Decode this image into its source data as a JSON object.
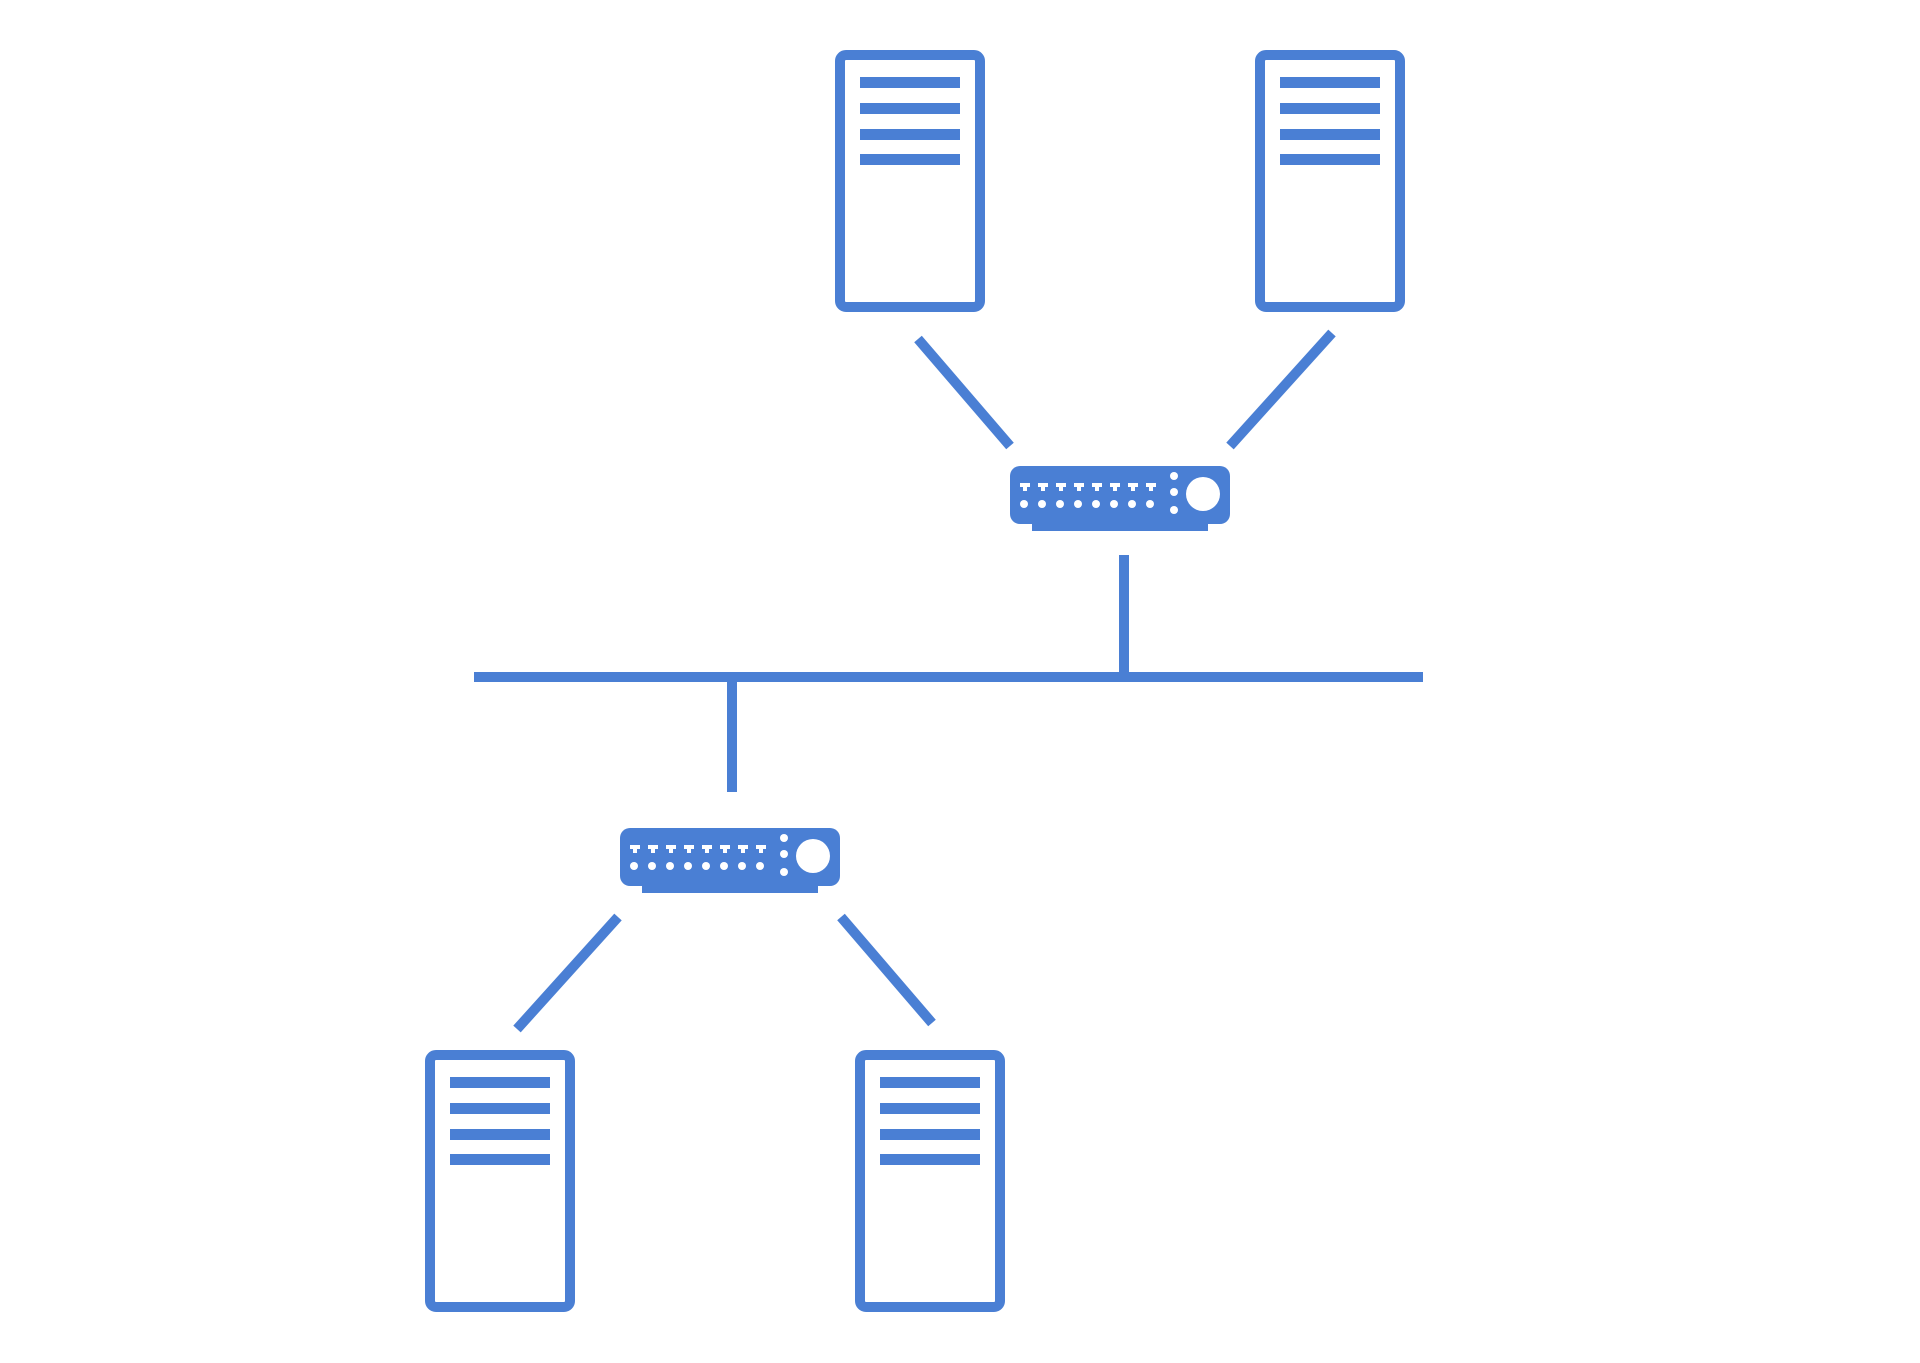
{
  "diagram": {
    "accent_color": "#4a7fd4",
    "background_color": "#ffffff",
    "nodes": [
      {
        "id": "server-top-left",
        "kind": "server",
        "icon": "server-tower-icon"
      },
      {
        "id": "server-top-right",
        "kind": "server",
        "icon": "server-tower-icon"
      },
      {
        "id": "switch-top",
        "kind": "switch",
        "icon": "network-switch-icon"
      },
      {
        "id": "backbone",
        "kind": "bus",
        "icon": "network-backbone-line"
      },
      {
        "id": "switch-bottom",
        "kind": "switch",
        "icon": "network-switch-icon"
      },
      {
        "id": "server-bottom-left",
        "kind": "server",
        "icon": "server-tower-icon"
      },
      {
        "id": "server-bottom-right",
        "kind": "server",
        "icon": "server-tower-icon"
      }
    ],
    "links": [
      {
        "from": "server-top-left",
        "to": "switch-top"
      },
      {
        "from": "server-top-right",
        "to": "switch-top"
      },
      {
        "from": "switch-top",
        "to": "backbone"
      },
      {
        "from": "backbone",
        "to": "switch-bottom"
      },
      {
        "from": "switch-bottom",
        "to": "server-bottom-left"
      },
      {
        "from": "switch-bottom",
        "to": "server-bottom-right"
      }
    ]
  }
}
